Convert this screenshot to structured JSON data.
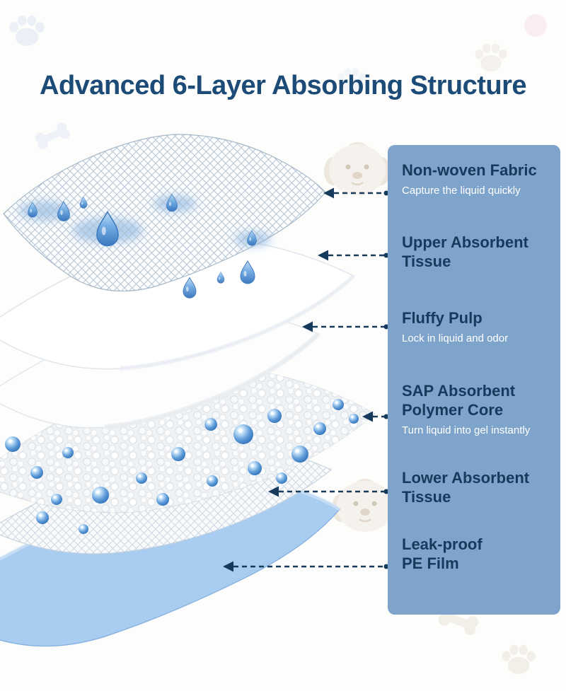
{
  "title": "Advanced 6-Layer Absorbing Structure",
  "panel": {
    "items": [
      {
        "label": "Non-woven Fabric",
        "desc": "Capture the liquid quickly"
      },
      {
        "label": "Upper Absorbent Tissue"
      },
      {
        "label": "Fluffy Pulp",
        "desc": "Lock in liquid and odor"
      },
      {
        "label": "SAP Absorbent Polymer Core",
        "desc": "Turn liquid into gel instantly"
      },
      {
        "label": "Lower Absorbent Tissue"
      },
      {
        "label": "Leak-proof PE Film"
      }
    ]
  },
  "diagram": {
    "layers": [
      "Non-woven Fabric",
      "Upper Absorbent Tissue",
      "Fluffy Pulp",
      "SAP Absorbent Polymer Core",
      "Lower Absorbent Tissue",
      "Leak-proof PE Film"
    ]
  },
  "colors": {
    "title": "#1c4b78",
    "panel_bg": "#7fa4cb",
    "label": "#16395c",
    "desc": "#ffffff",
    "arrow": "#16395c",
    "pe_film": "#a9cdf1",
    "droplet": "#2f6fba"
  }
}
